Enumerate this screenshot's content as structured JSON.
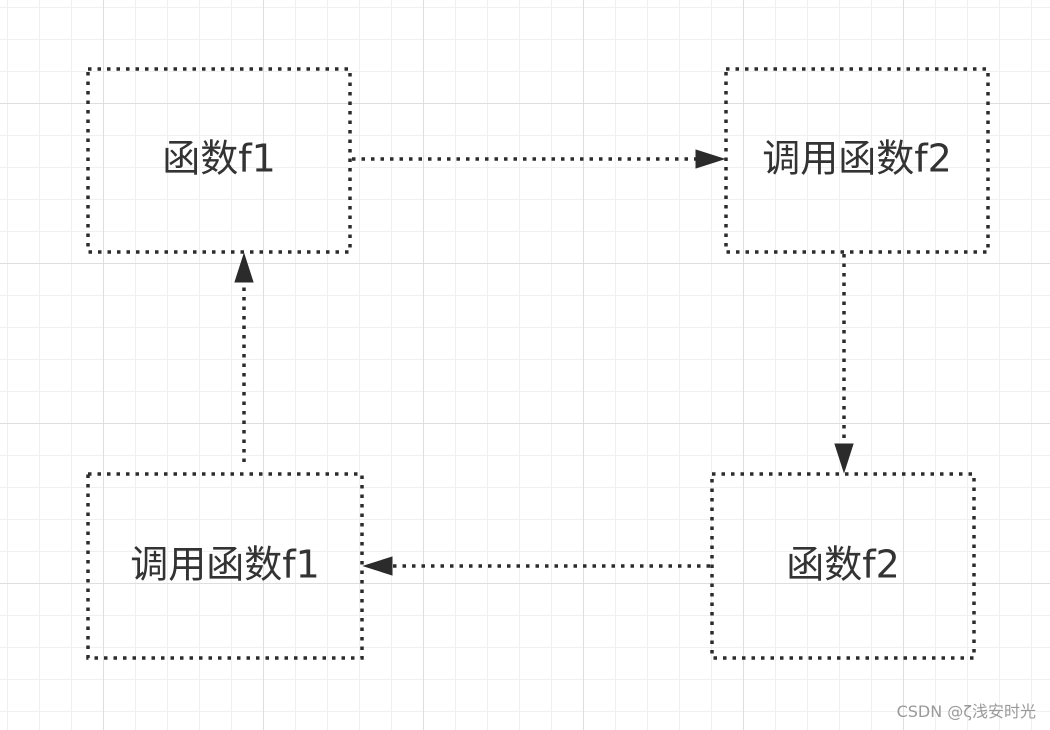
{
  "diagram": {
    "nodes": [
      {
        "id": "f1",
        "label": "函数f1"
      },
      {
        "id": "call-f2",
        "label": "调用函数f2"
      },
      {
        "id": "f2",
        "label": "函数f2"
      },
      {
        "id": "call-f1",
        "label": "调用函数f1"
      }
    ],
    "edges": [
      {
        "from": "f1",
        "to": "call-f2"
      },
      {
        "from": "call-f2",
        "to": "f2"
      },
      {
        "from": "f2",
        "to": "call-f1"
      },
      {
        "from": "call-f1",
        "to": "f1"
      }
    ],
    "line_style": "dotted",
    "line_color": "#2b2b2b"
  },
  "watermark": "CSDN @ζ浅安时光"
}
